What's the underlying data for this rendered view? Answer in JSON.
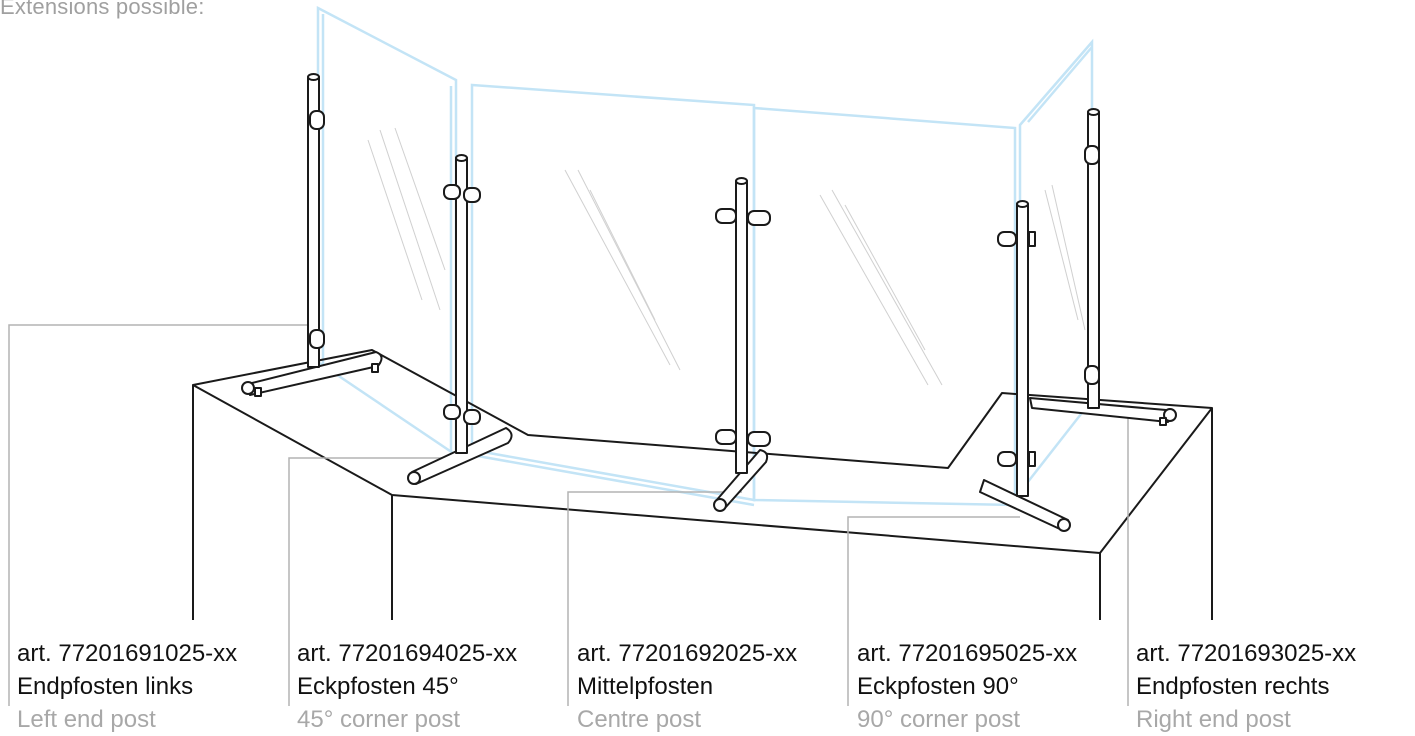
{
  "header": {
    "title": "Extensions possible:"
  },
  "labels": [
    {
      "art": "art. 77201691025-xx",
      "de": "Endpfosten links",
      "en": "Left end post"
    },
    {
      "art": "art. 77201694025-xx",
      "de": "Eckpfosten 45°",
      "en": "45° corner post"
    },
    {
      "art": "art. 77201692025-xx",
      "de": "Mittelpfosten",
      "en": "Centre post"
    },
    {
      "art": "art. 77201695025-xx",
      "de": "Eckpfosten 90°",
      "en": "90° corner post"
    },
    {
      "art": "art. 77201693025-xx",
      "de": "Endpfosten rechts",
      "en": "Right end post"
    }
  ],
  "colors": {
    "outline": "#1a1a1a",
    "glass": "#bfe3f5",
    "leader": "#b3b3b3",
    "secondary_text": "#a8a8a8"
  }
}
